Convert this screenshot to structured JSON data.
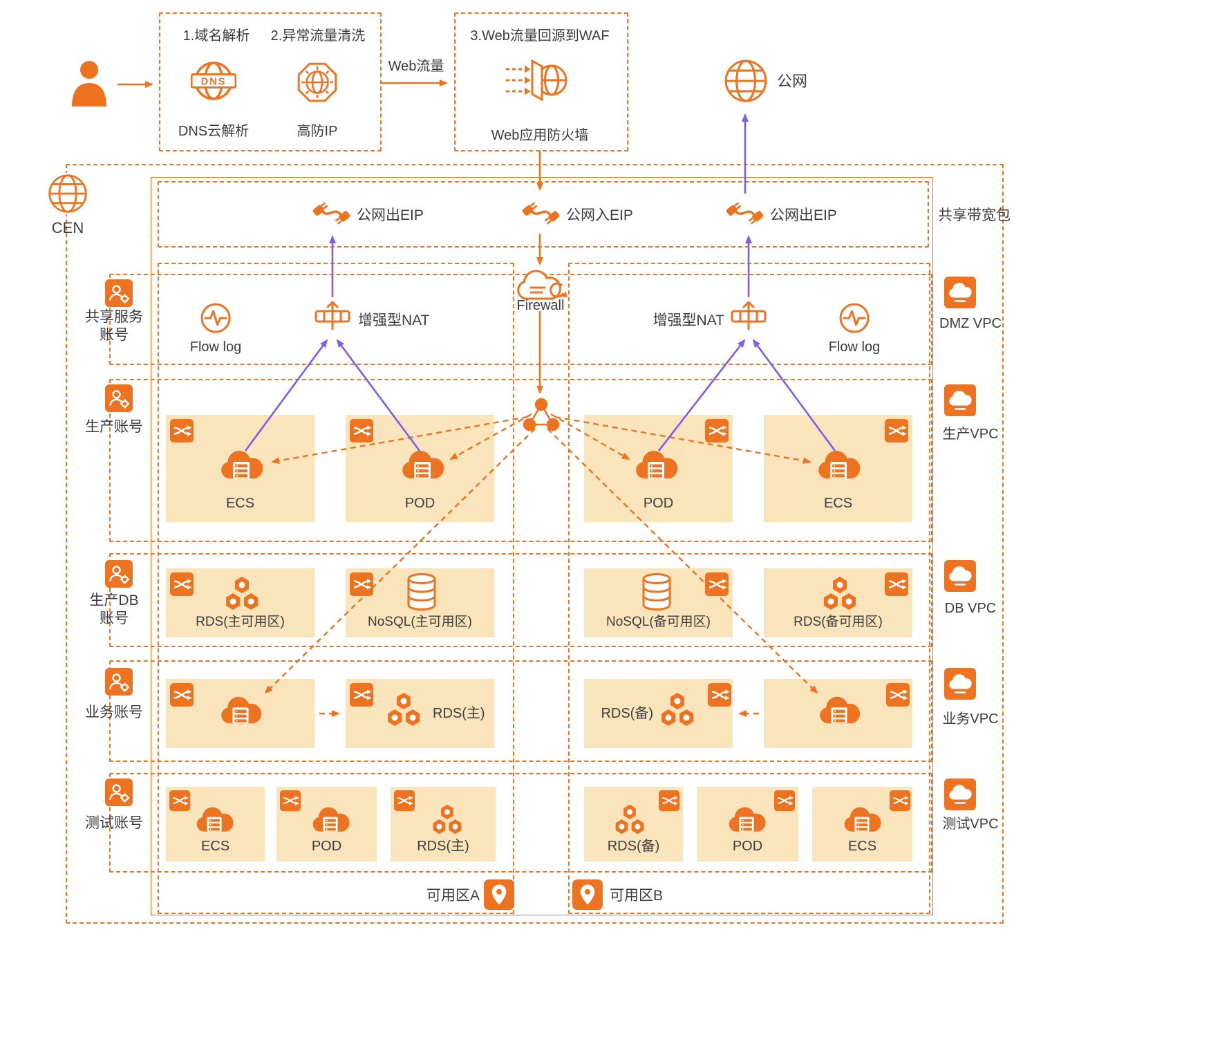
{
  "colors": {
    "orange": "#EE7320",
    "purple": "#7E5BEA",
    "subnet_fill": "#FAE4BC"
  },
  "top": {
    "step1": "1.域名解析",
    "step2": "2.异常流量清洗",
    "dns": "DNS云解析",
    "dns_icon_text": "DNS",
    "anti_ddos": "高防IP",
    "web_traffic": "Web流量",
    "step3": "3.Web流量回源到WAF",
    "waf": "Web应用防火墙",
    "public_net": "公网"
  },
  "cen": "CEN",
  "bandwidth": {
    "eip_out_left": "公网出EIP",
    "eip_in": "公网入EIP",
    "eip_out_right": "公网出EIP",
    "package": "共享带宽包"
  },
  "firewall": "Firewall",
  "rows": {
    "shared": {
      "account": "共享服务\n账号",
      "vpc": "DMZ VPC",
      "flow_left": "Flow log",
      "nat_left": "增强型NAT",
      "nat_right": "增强型NAT",
      "flow_right": "Flow log"
    },
    "prod": {
      "account": "生产账号",
      "vpc": "生产VPC",
      "n1": "ECS",
      "n2": "POD",
      "n3": "POD",
      "n4": "ECS"
    },
    "db": {
      "account": "生产DB\n账号",
      "vpc": "DB VPC",
      "n1": "RDS(主可用区)",
      "n2": "NoSQL(主可用区)",
      "n3": "NoSQL(备可用区)",
      "n4": "RDS(备可用区)"
    },
    "biz": {
      "account": "业务账号",
      "vpc": "业务VPC",
      "rds_main": "RDS(主)",
      "rds_backup": "RDS(备)"
    },
    "test": {
      "account": "测试账号",
      "vpc": "测试VPC",
      "n1": "ECS",
      "n2": "POD",
      "n3": "RDS(主)",
      "n4": "RDS(备)",
      "n5": "POD",
      "n6": "ECS"
    }
  },
  "zones": {
    "a": "可用区A",
    "b": "可用区B"
  }
}
